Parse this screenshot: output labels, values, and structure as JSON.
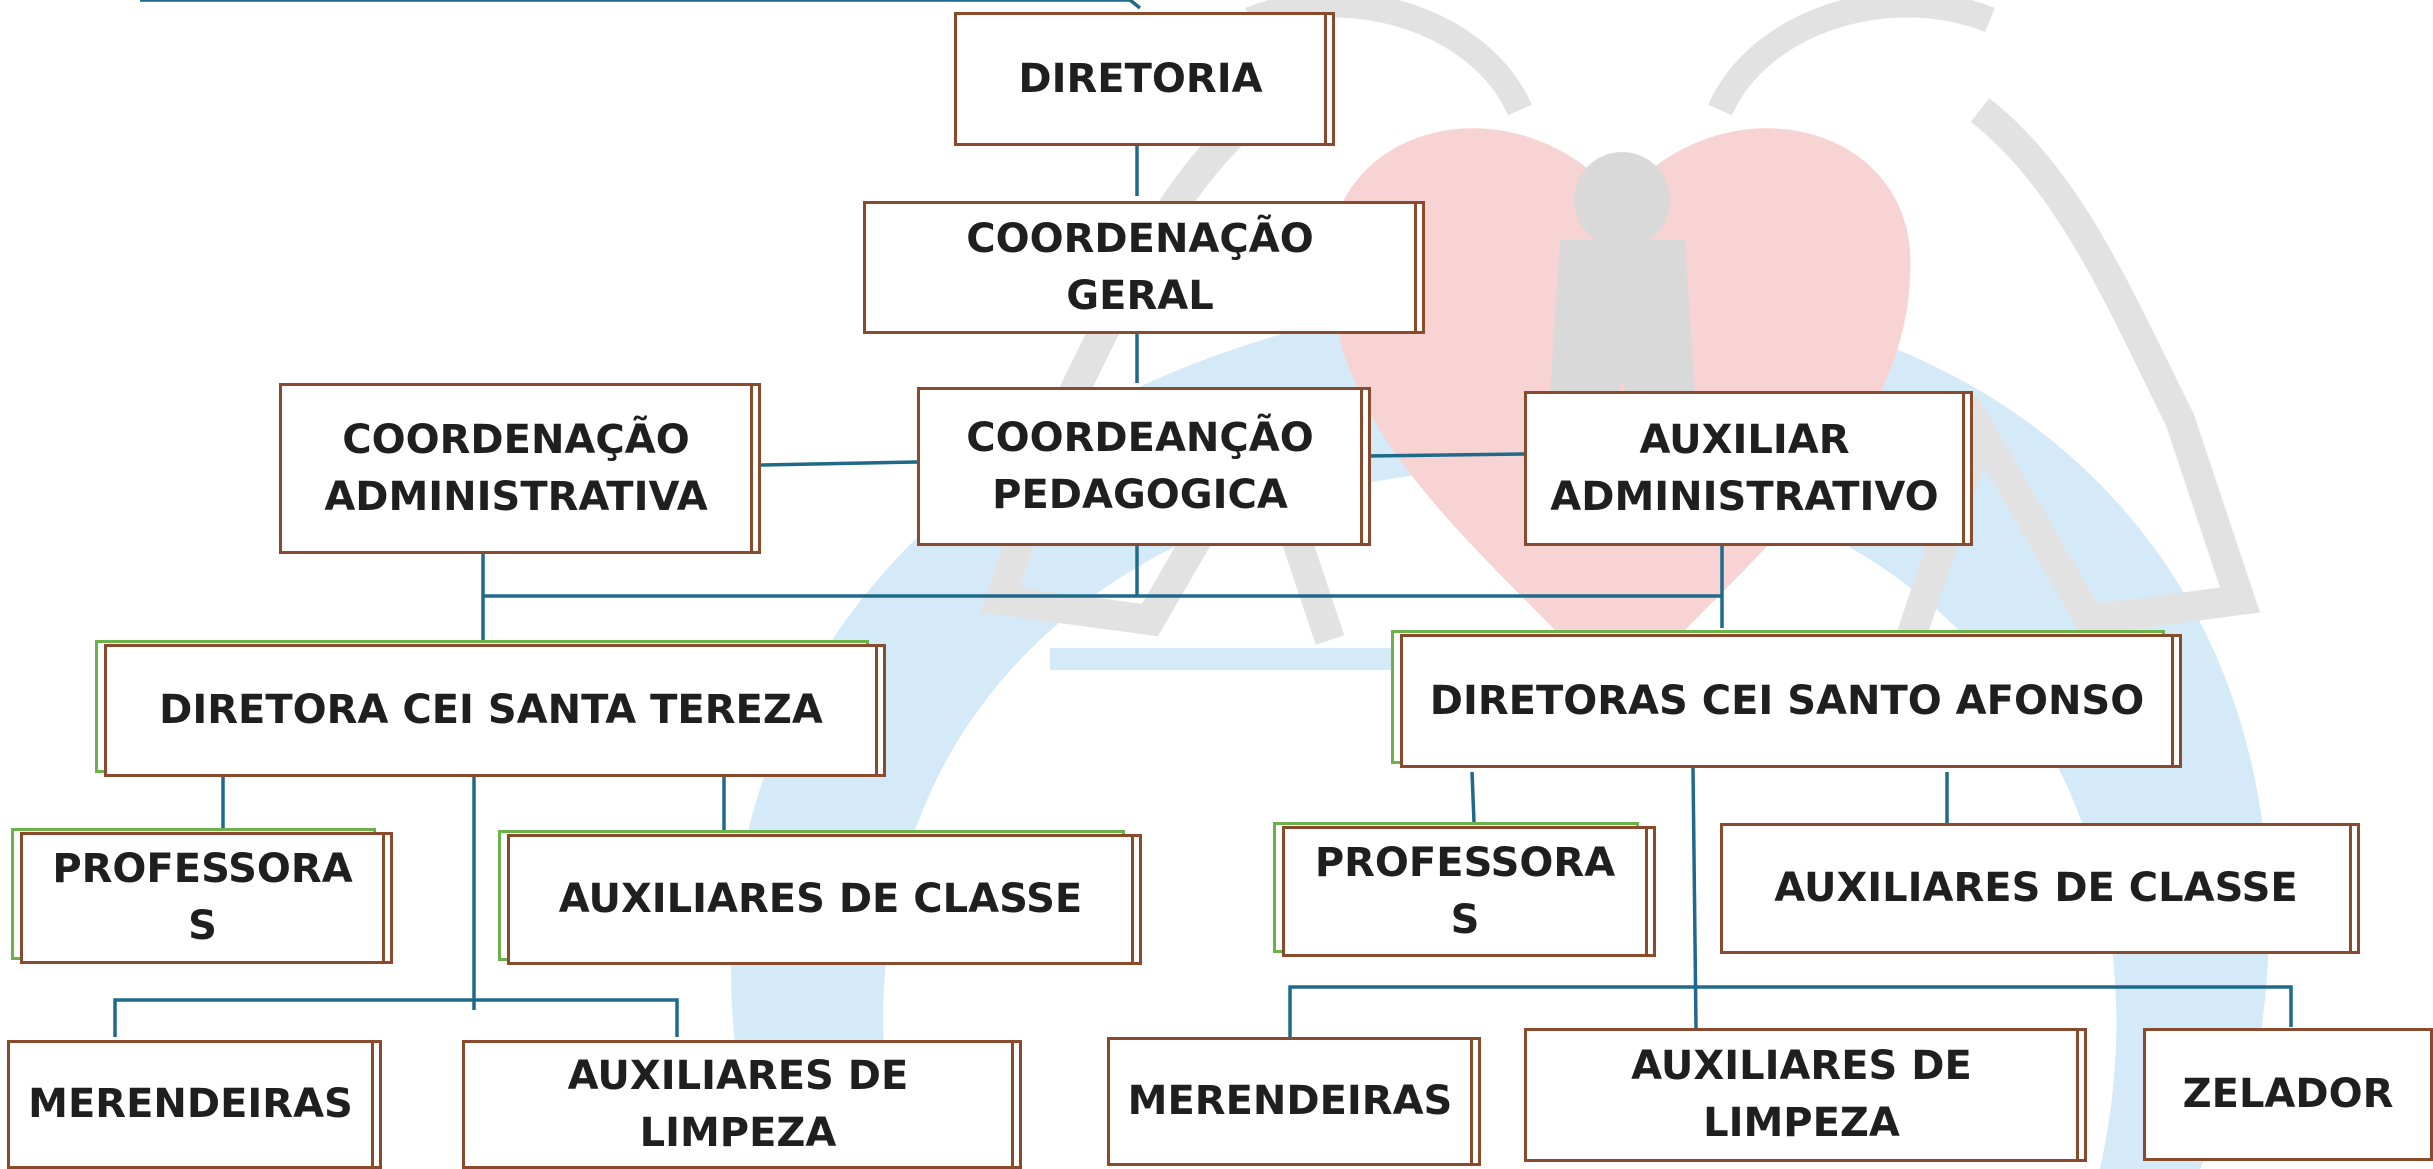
{
  "chart": {
    "nodes": {
      "diretoria": "DIRETORIA",
      "coord_geral": "COORDENAÇÃO\nGERAL",
      "coord_admin": "COORDENAÇÃO\nADMINISTRATIVA",
      "coord_pedag": "COORDEANÇÃO\nPEDAGOGICA",
      "aux_admin": "AUXILIAR\nADMINISTRATIVO",
      "dir_tereza": "DIRETORA CEI SANTA TEREZA",
      "dir_afonso": "DIRETORAS CEI SANTO AFONSO",
      "prof_tereza": "PROFESSORA\nS",
      "aux_classe_tereza": "AUXILIARES DE CLASSE",
      "prof_afonso": "PROFESSORA\nS",
      "aux_classe_afonso": "AUXILIARES DE CLASSE",
      "merend_tereza": "MERENDEIRAS",
      "limpeza_tereza": "AUXILIARES DE\nLIMPEZA",
      "merend_afonso": "MERENDEIRAS",
      "limpeza_afonso": "AUXILIARES DE\nLIMPEZA",
      "zelador": "ZELADOR"
    }
  },
  "colors": {
    "box_border": "#8a4a2c",
    "box_accent": "#6bb24a",
    "connector": "#1f6a8a",
    "watermark_arc": "#cfe6f5",
    "watermark_heart": "#f6c9c9",
    "watermark_figure": "#e6e6e6"
  },
  "watermark": {
    "icon": "heart-hands-logo-icon"
  }
}
